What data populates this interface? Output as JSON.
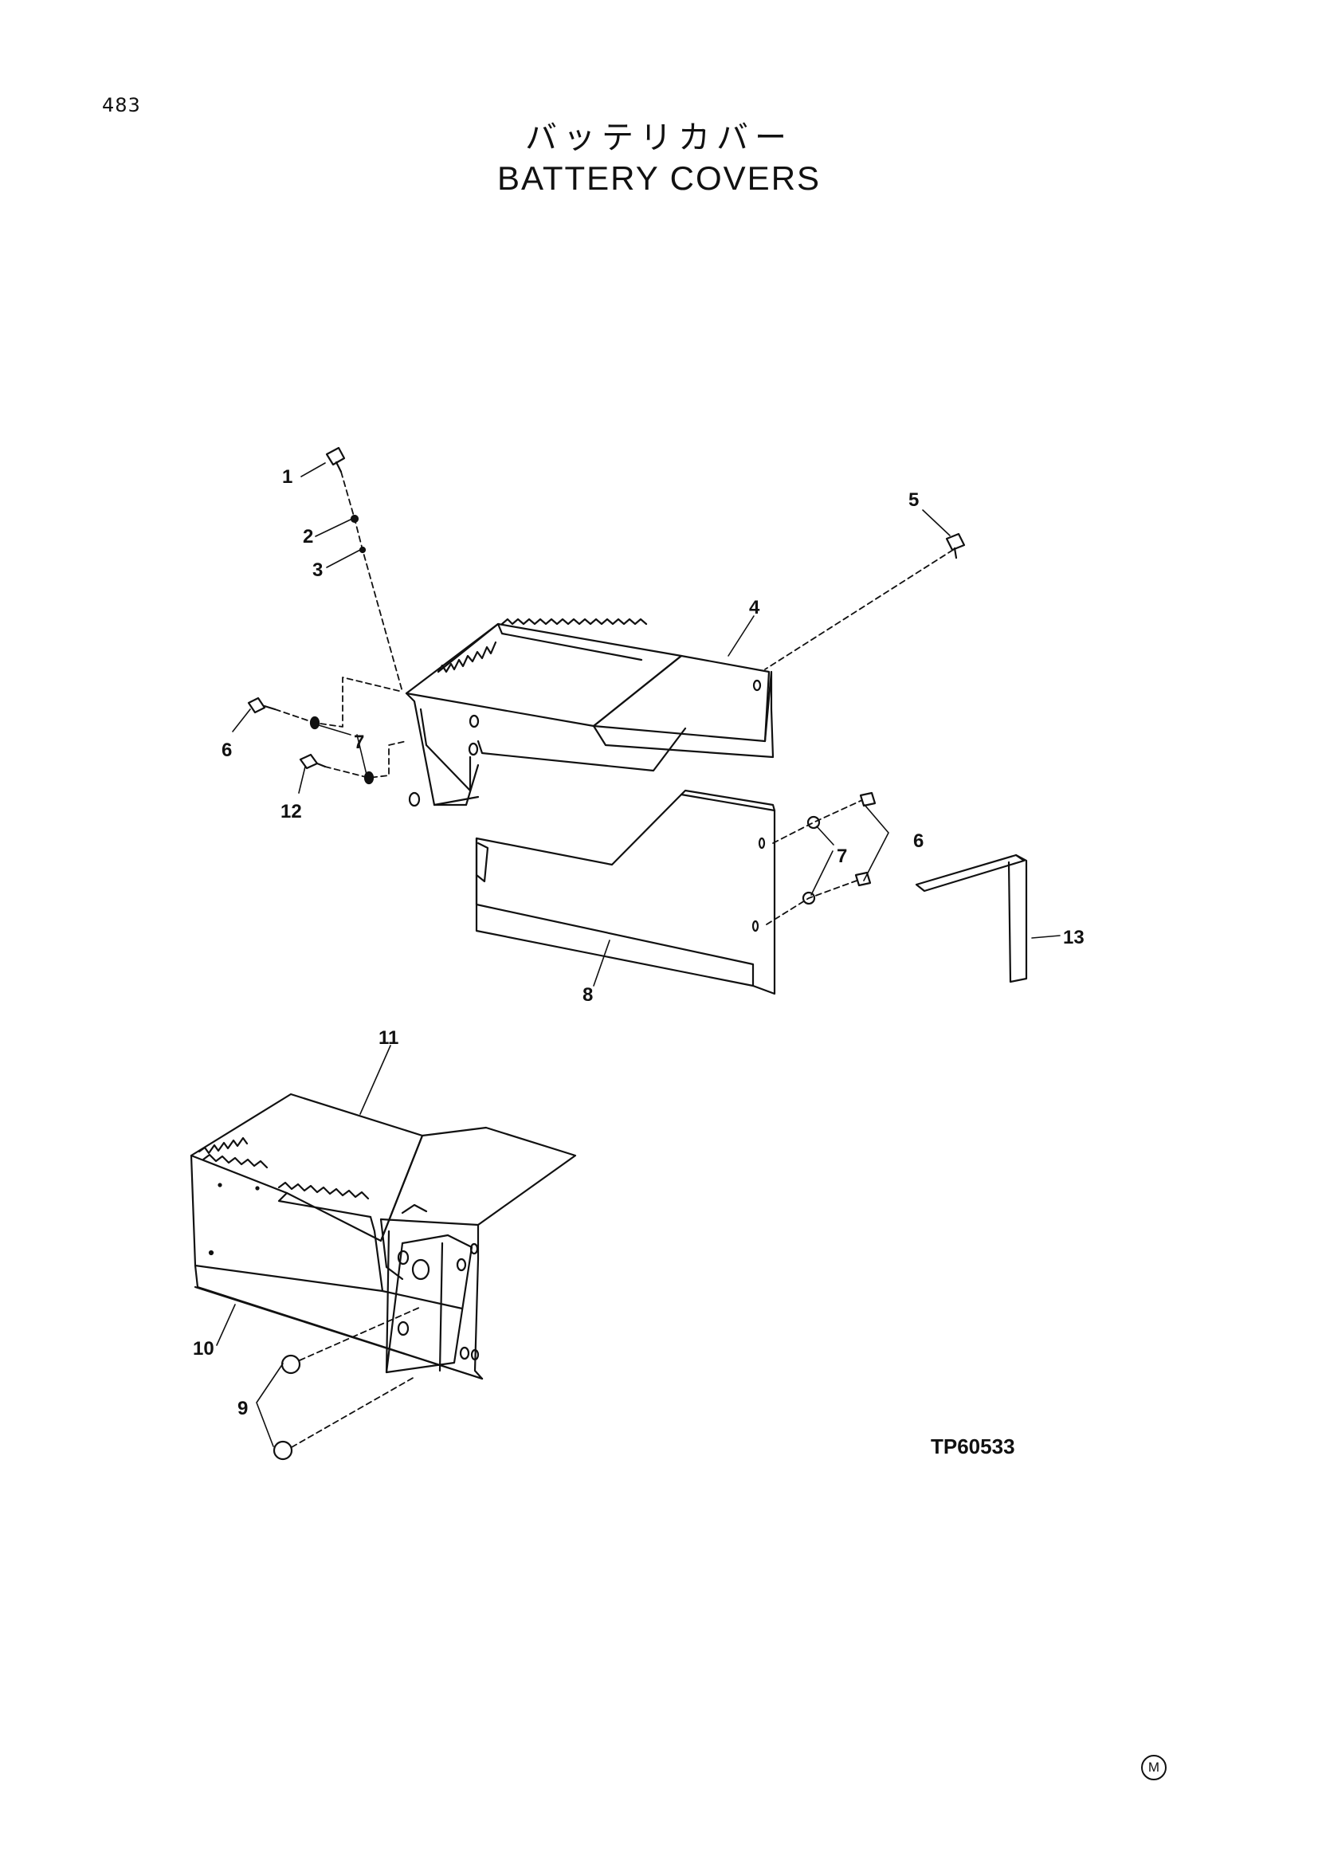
{
  "page_number": "483",
  "title_jp": "バッテリカバー",
  "title_en": "BATTERY COVERS",
  "drawing_code": "TP60533",
  "mark": "M",
  "callouts": {
    "c1": "1",
    "c2": "2",
    "c3": "3",
    "c4": "4",
    "c5": "5",
    "c6a": "6",
    "c6b": "6",
    "c7a": "7",
    "c7b": "7",
    "c8": "8",
    "c9": "9",
    "c10": "10",
    "c11": "11",
    "c12": "12",
    "c13": "13"
  }
}
